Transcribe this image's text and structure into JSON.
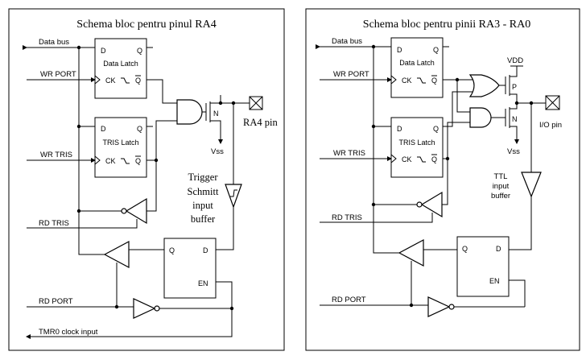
{
  "left": {
    "title": "Schema bloc pentru pinul RA4",
    "signals": {
      "data_bus": "Data bus",
      "wr_port": "WR PORT",
      "wr_tris": "WR TRIS",
      "rd_tris": "RD TRIS",
      "rd_port": "RD PORT",
      "tmr0": "TMR0 clock input"
    },
    "data_latch": {
      "name": "Data Latch",
      "d": "D",
      "q": "Q",
      "ck": "CK",
      "qbar": "Q"
    },
    "tris_latch": {
      "name": "TRIS Latch",
      "d": "D",
      "q": "Q",
      "ck": "CK",
      "qbar": "Q"
    },
    "input_latch": {
      "q": "Q",
      "d": "D",
      "en": "EN"
    },
    "nmos": "N",
    "vss": "Vss",
    "pin_label": "RA4 pin",
    "buffer_label": [
      "Trigger",
      "Schmitt",
      "input",
      "buffer"
    ]
  },
  "right": {
    "title": "Schema bloc pentru pinii RA3 - RA0",
    "signals": {
      "data_bus": "Data bus",
      "wr_port": "WR PORT",
      "wr_tris": "WR TRIS",
      "rd_tris": "RD TRIS",
      "rd_port": "RD PORT"
    },
    "data_latch": {
      "name": "Data Latch",
      "d": "D",
      "q": "Q",
      "ck": "CK",
      "qbar": "Q"
    },
    "tris_latch": {
      "name": "TRIS Latch",
      "d": "D",
      "q": "Q",
      "ck": "CK",
      "qbar": "Q"
    },
    "input_latch": {
      "q": "Q",
      "d": "D",
      "en": "EN"
    },
    "vdd": "VDD",
    "pmos": "P",
    "nmos": "N",
    "vss": "Vss",
    "pin_label": "I/O pin",
    "buffer_label": [
      "TTL",
      "input",
      "buffer"
    ]
  }
}
